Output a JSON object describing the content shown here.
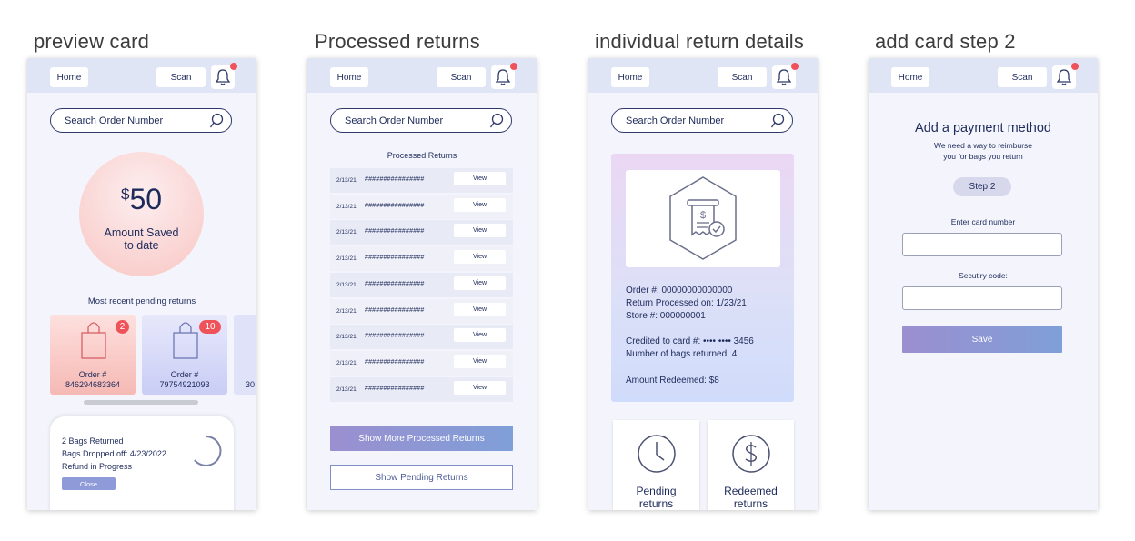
{
  "titles": [
    "preview card",
    "Processed returns",
    "individual return details",
    "add card step 2"
  ],
  "nav": {
    "home": "Home",
    "scan": "Scan"
  },
  "search": {
    "placeholder": "Search Order Number"
  },
  "preview": {
    "currency": "$",
    "amount": "50",
    "amount_label_1": "Amount Saved",
    "amount_label_2": "to date",
    "recent_label": "Most recent pending returns",
    "cards": [
      {
        "badge": "2",
        "label": "Order #",
        "number": "846294683364"
      },
      {
        "badge": "10",
        "label": "Order #",
        "number": "79754921093"
      },
      {
        "badge": "",
        "label": "",
        "number": "30"
      }
    ],
    "detail": {
      "line1": "2 Bags Returned",
      "line2": "Bags Dropped off: 4/23/2022",
      "line3": "Refund in Progress",
      "close": "Close"
    }
  },
  "processed": {
    "title": "Processed Returns",
    "rows": [
      {
        "date": "2/13/21",
        "number": "################",
        "action": "View"
      },
      {
        "date": "2/13/21",
        "number": "################",
        "action": "View"
      },
      {
        "date": "2/13/21",
        "number": "################",
        "action": "View"
      },
      {
        "date": "2/13/21",
        "number": "################",
        "action": "View"
      },
      {
        "date": "2/13/21",
        "number": "################",
        "action": "View"
      },
      {
        "date": "2/13/21",
        "number": "################",
        "action": "View"
      },
      {
        "date": "2/13/21",
        "number": "################",
        "action": "View"
      },
      {
        "date": "2/13/21",
        "number": "################",
        "action": "View"
      },
      {
        "date": "2/13/21",
        "number": "################",
        "action": "View"
      }
    ],
    "show_more": "Show More Processed Returns",
    "show_pending": "Show Pending Returns"
  },
  "details": {
    "order": "Order #: 00000000000000",
    "processed_on": "Return Processed on: 1/23/21",
    "store": "Store #: 000000001",
    "credited": "Credited to card #: •••• •••• 3456",
    "bags": "Number of bags returned: 4",
    "redeemed_amount": "Amount Redeemed: $8",
    "tile_pending_1": "Pending",
    "tile_pending_2": "returns",
    "tile_redeemed_1": "Redeemed",
    "tile_redeemed_2": "returns",
    "receipt_symbol": "$"
  },
  "payment": {
    "title": "Add a payment method",
    "sub1": "We need a way to reimburse",
    "sub2": "you for bags you return",
    "step": "Step 2",
    "card_label": "Enter card number",
    "code_label": "Secutiry code:",
    "save": "Save"
  },
  "colors": {
    "navy": "#1d2a5a",
    "badge_red": "#f0525a",
    "topbar": "#e0e5f6",
    "accent": "#8f9bd8"
  }
}
